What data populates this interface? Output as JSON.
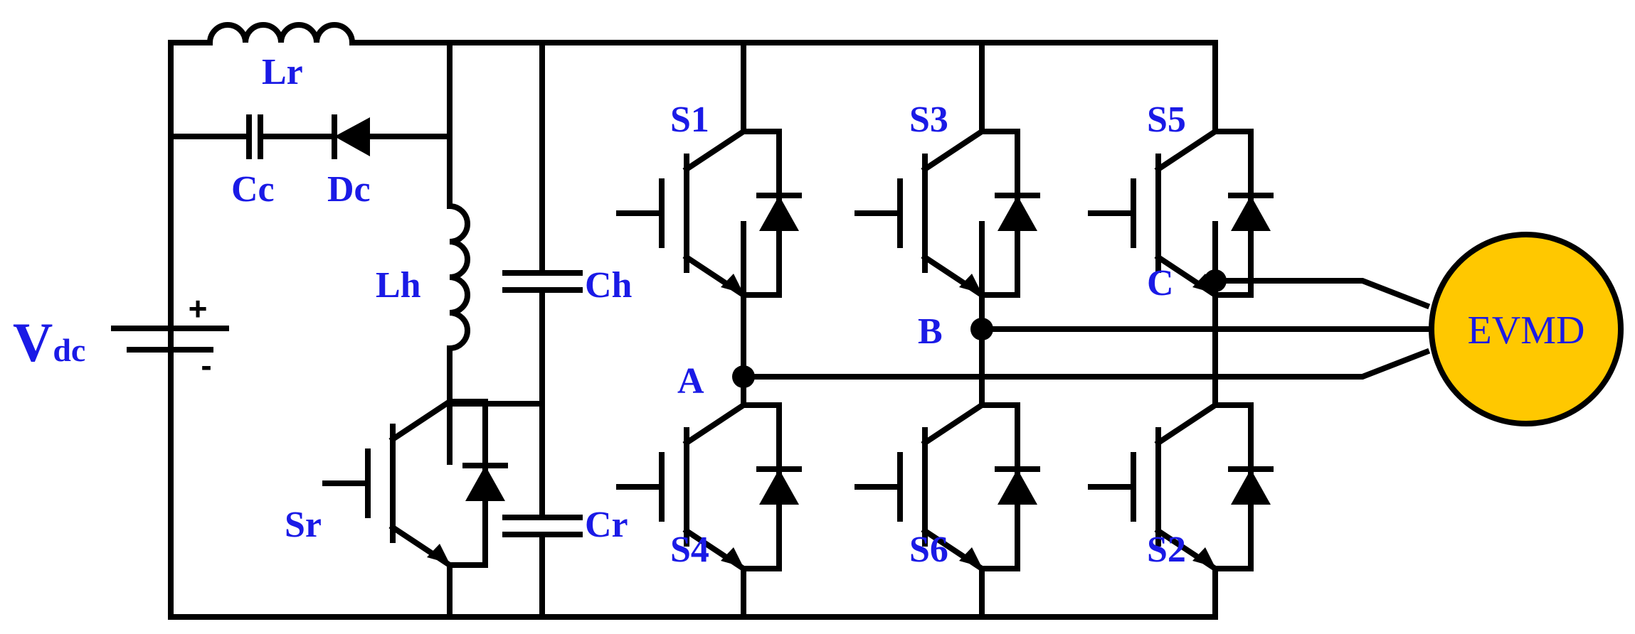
{
  "source": {
    "label_main": "V",
    "label_sub": "dc",
    "plus": "+",
    "minus": "-"
  },
  "components": {
    "Lr": "Lr",
    "Cc": "Cc",
    "Dc": "Dc",
    "Lh": "Lh",
    "Ch": "Ch",
    "Cr": "Cr",
    "Sr": "Sr"
  },
  "switches": {
    "s1": "S1",
    "s3": "S3",
    "s5": "S5",
    "s4": "S4",
    "s6": "S6",
    "s2": "S2"
  },
  "nodes": {
    "a": "A",
    "b": "B",
    "c": "C"
  },
  "motor": {
    "label": "EVMD",
    "fill": "#ffc800"
  },
  "colors": {
    "label": "#1a1ae6",
    "wire": "#000000"
  }
}
